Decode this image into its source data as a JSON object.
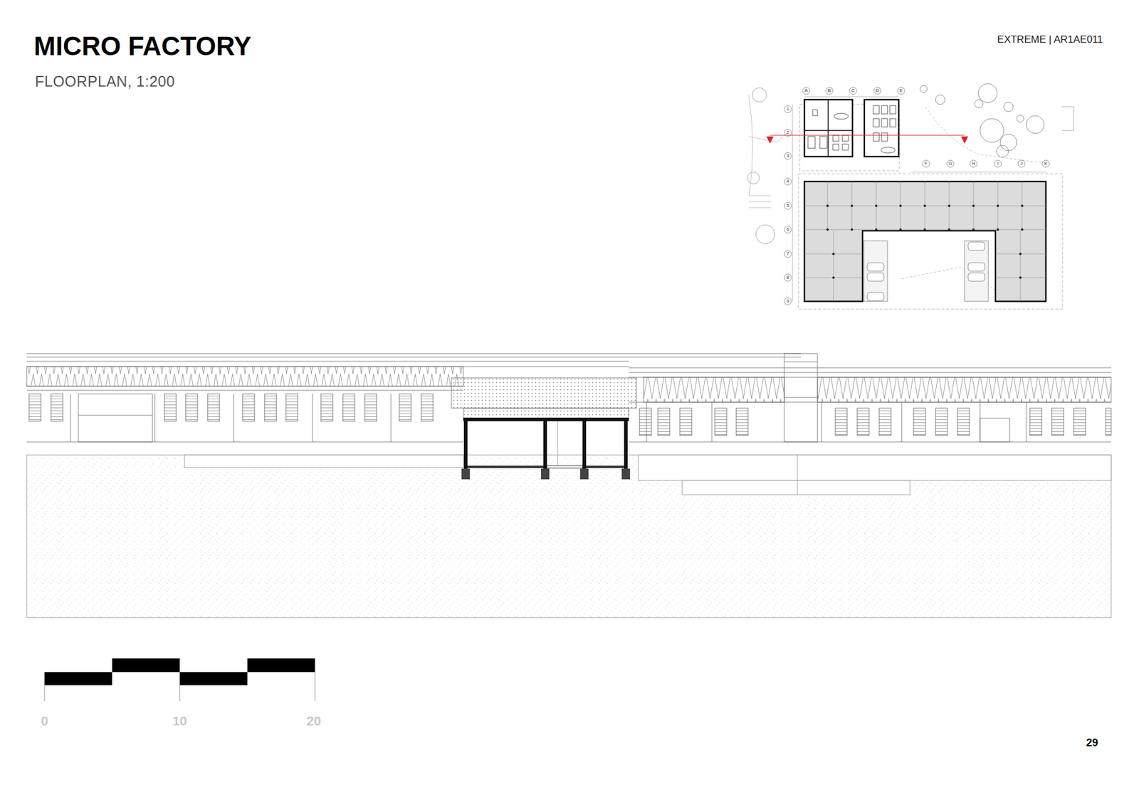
{
  "diagram": {
    "title": "MICRO FACTORY",
    "caption": "FLOORPLAN, 1:200",
    "labels": [
      "EXTREME | AR1AE011",
      "0",
      "10",
      "20",
      "29",
      "A",
      "B",
      "C",
      "D",
      "E",
      "F",
      "G",
      "H",
      "I",
      "J",
      "K",
      "1",
      "2",
      "3",
      "4",
      "5",
      "6",
      "7",
      "8",
      "9"
    ]
  }
}
